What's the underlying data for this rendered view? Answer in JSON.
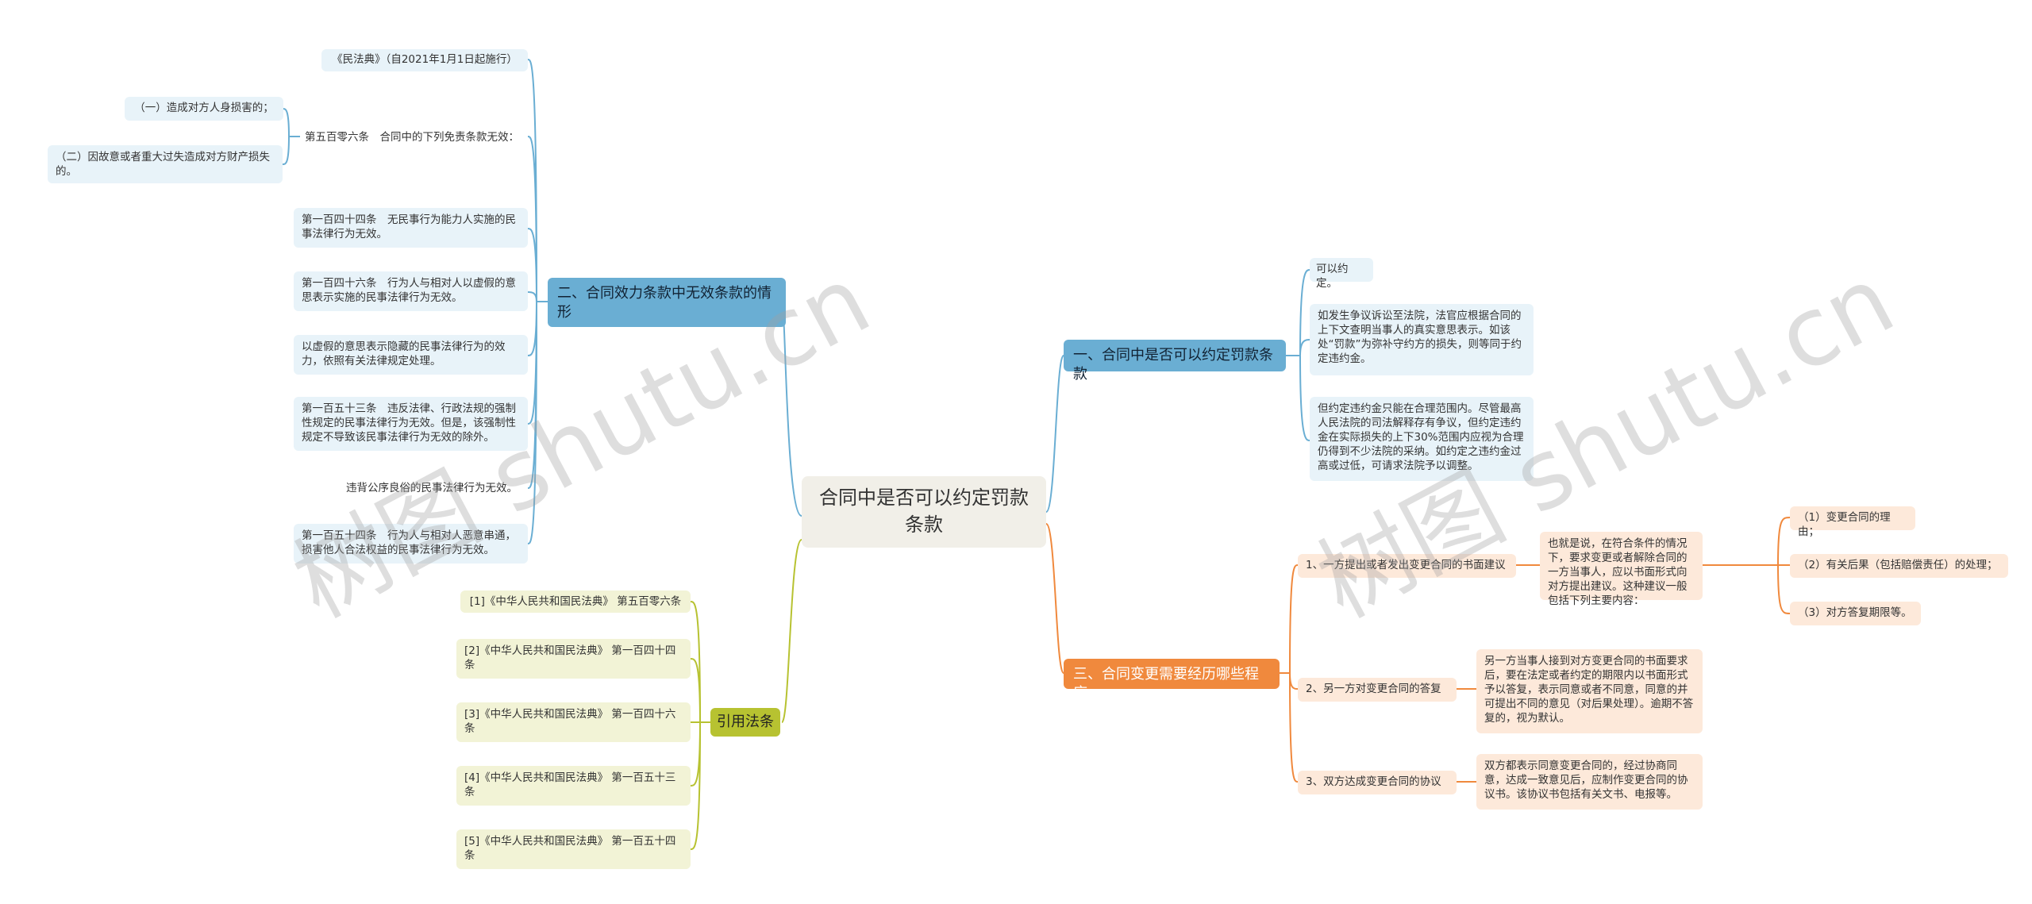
{
  "root": "合同中是否可以约定罚款条款",
  "left_branch_a": {
    "title": "二、合同效力条款中无效条款的情形",
    "items": [
      "《民法典》（自2021年1月1日起施行）",
      "第五百零六条　合同中的下列免责条款无效：",
      "第一百四十四条　无民事行为能力人实施的民事法律行为无效。",
      "第一百四十六条　行为人与相对人以虚假的意思表示实施的民事法律行为无效。",
      "以虚假的意思表示隐藏的民事法律行为的效力，依照有关法律规定处理。",
      "第一百五十三条　违反法律、行政法规的强制性规定的民事法律行为无效。但是，该强制性规定不导致该民事法律行为无效的除外。",
      "违背公序良俗的民事法律行为无效。",
      "第一百五十四条　行为人与相对人恶意串通，损害他人合法权益的民事法律行为无效。"
    ],
    "sub_items": [
      "（一）造成对方人身损害的；",
      "（二）因故意或者重大过失造成对方财产损失的。"
    ]
  },
  "left_branch_b": {
    "title": "引用法条",
    "items": [
      "[1]《中华人民共和国民法典》 第五百零六条",
      "[2]《中华人民共和国民法典》 第一百四十四条",
      "[3]《中华人民共和国民法典》 第一百四十六条",
      "[4]《中华人民共和国民法典》 第一百五十三条",
      "[5]《中华人民共和国民法典》 第一百五十四条"
    ]
  },
  "right_branch_a": {
    "title": "一、合同中是否可以约定罚款条款",
    "items": [
      "可以约定。",
      "如发生争议诉讼至法院，法官应根据合同的上下文查明当事人的真实意思表示。如该处“罚款”为弥补守约方的损失，则等同于约定违约金。",
      "但约定违约金只能在合理范围内。尽管最高人民法院的司法解释存有争议，但约定违约金在实际损失的上下30%范围内应视为合理仍得到不少法院的采纳。如约定之违约金过高或过低，可请求法院予以调整。"
    ]
  },
  "right_branch_b": {
    "title": "三、合同变更需要经历哪些程序",
    "steps": [
      "1、一方提出或者发出变更合同的书面建议",
      "2、另一方对变更合同的答复",
      "3、双方达成变更合同的协议"
    ],
    "step1_detail": "也就是说，在符合条件的情况下，要求变更或者解除合同的一方当事人，应以书面形式向对方提出建议。这种建议一般包括下列主要内容：",
    "step1_sub": [
      "（1）变更合同的理由；",
      "（2）有关后果（包括赔偿责任）的处理；",
      "（3）对方答复期限等。"
    ],
    "step2_detail": "另一方当事人接到对方变更合同的书面要求后，要在法定或者约定的期限内以书面形式予以答复，表示同意或者不同意，同意的并可提出不同的意见（对后果处理）。逾期不答复的，视为默认。",
    "step3_detail": "双方都表示同意变更合同的，经过协商同意，达成一致意见后，应制作变更合同的协议书。该协议书包括有关文书、电报等。"
  },
  "watermark": "树图 shutu.cn",
  "colors": {
    "blue": "#6aaed3",
    "orange": "#f0893d",
    "green": "#b7c231",
    "blue_line": "#6aaed3",
    "orange_line": "#f0893d",
    "green_line": "#b7c231"
  }
}
